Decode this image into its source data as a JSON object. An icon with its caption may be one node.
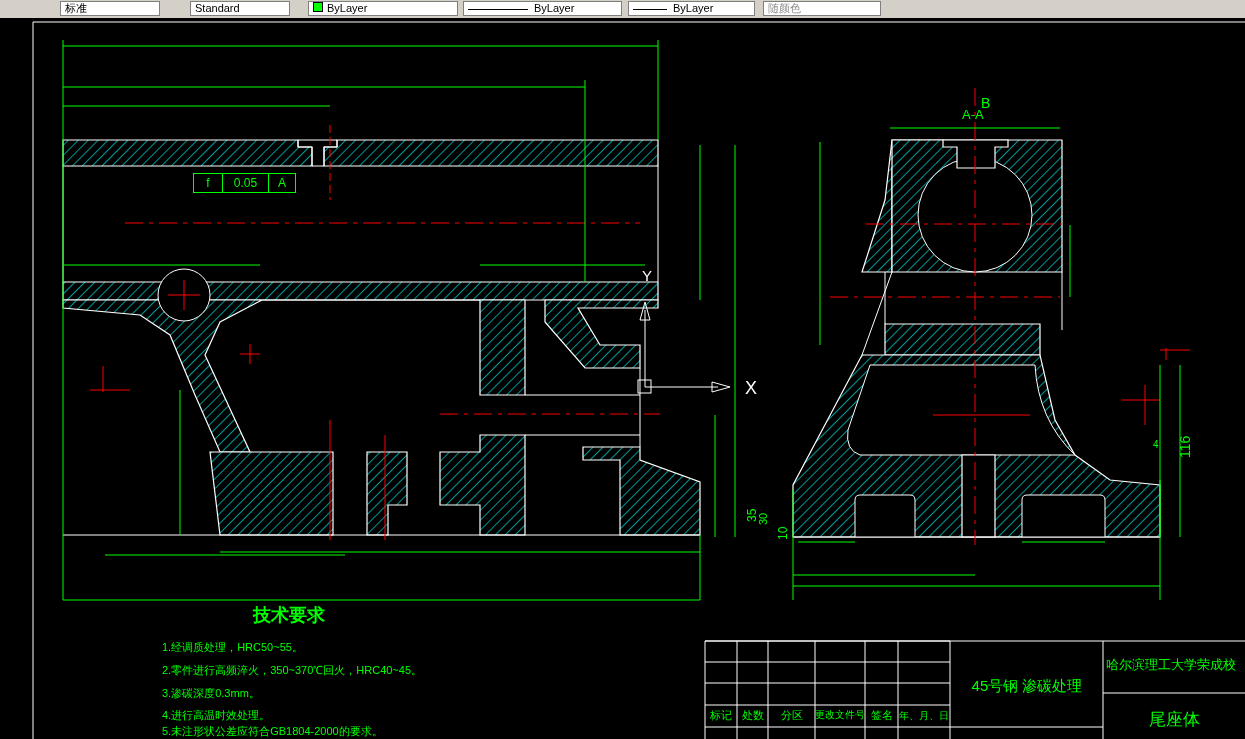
{
  "diagram": {
    "labels": [
      "标准",
      "Standard",
      "ByLayer",
      "ByLayer",
      "ByLayer",
      "随颜色",
      "f",
      "0.05",
      "A",
      "A-A",
      "B",
      "Y",
      "X",
      "35",
      "30",
      "10",
      "4",
      "116",
      "技术要求",
      "1.经调质处理，HRC50~55。",
      "2.零件进行高频淬火，350~370℃回火，HRC40~45。",
      "3.渗碳深度0.3mm。",
      "4.进行高温时效处理。",
      "5.未注形状公差应符合GB1804-2000的要求。",
      "45号钢 渗碳处理",
      "哈尔滨理工大学荣成校",
      "标记",
      "处数",
      "分区",
      "更改文件号",
      "签名",
      "年、月、日",
      "尾座体"
    ]
  }
}
